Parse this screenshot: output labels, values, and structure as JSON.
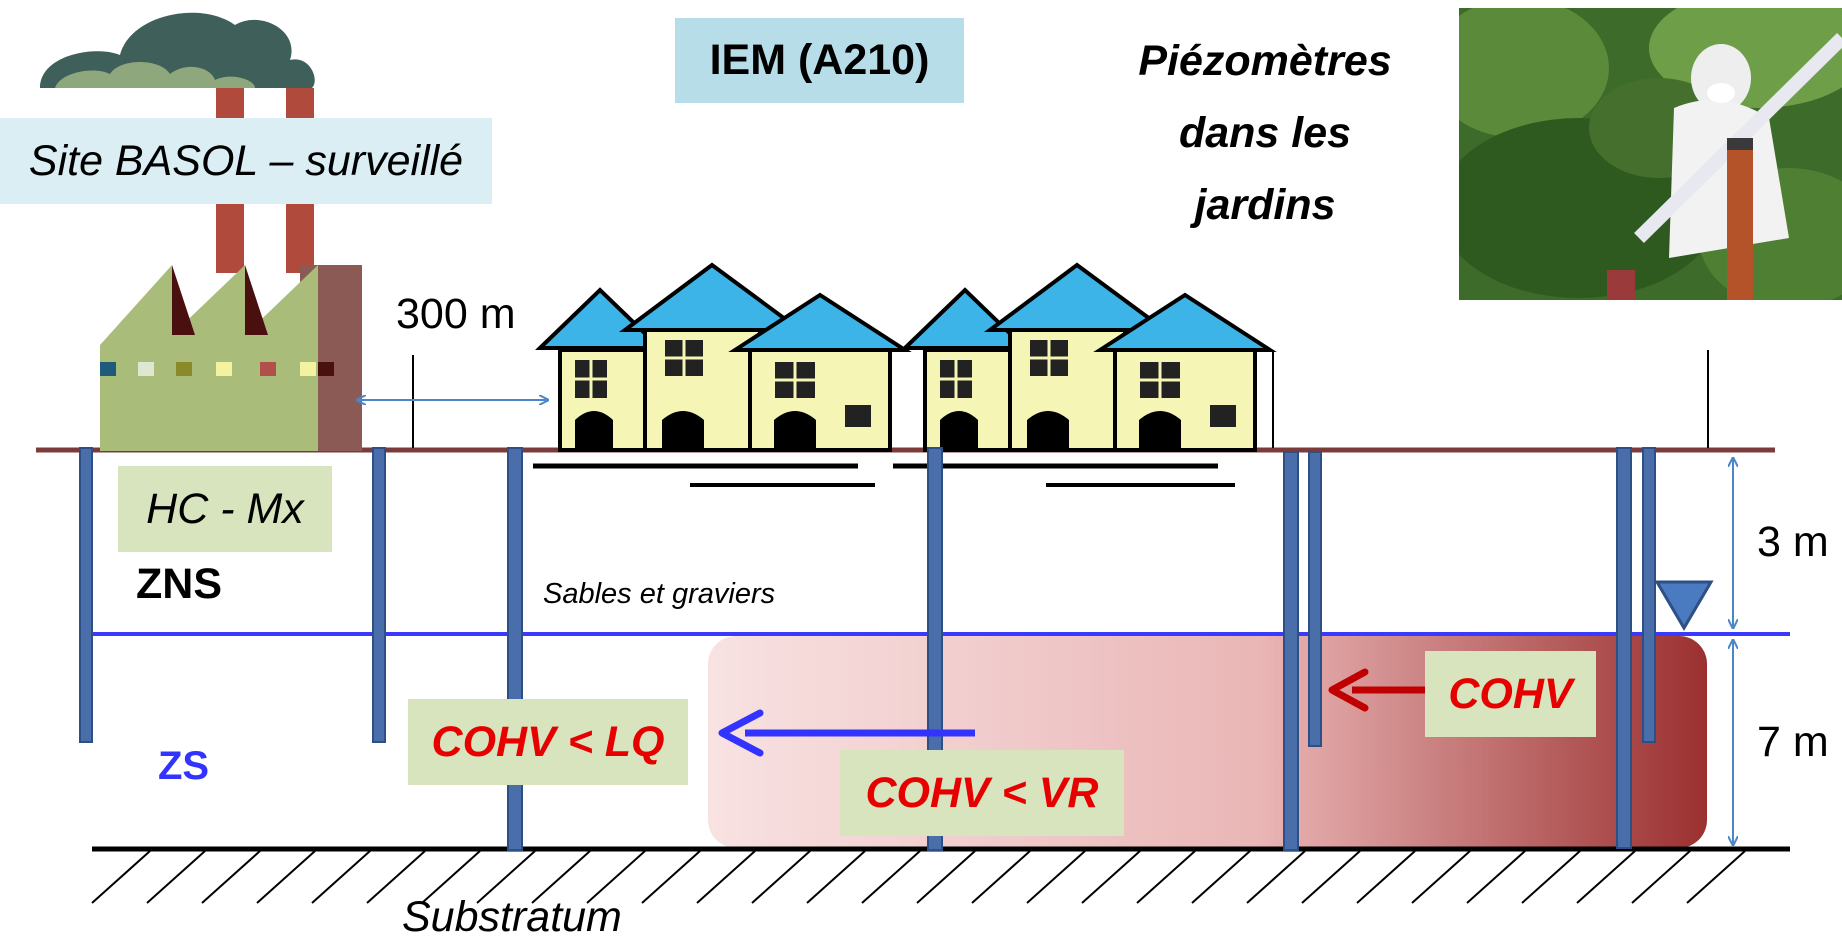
{
  "labels": {
    "site": "Site BASOL – surveillé",
    "iem": "IEM (A210)",
    "piezo": "Piézomètres dans les jardins",
    "distance": "300 m",
    "pollutants": "HC - Mx",
    "zns": "ZNS",
    "zs": "ZS",
    "sables": "Sables et graviers",
    "substratum": "Substratum",
    "depth_top": "3 m",
    "depth_bottom": "7 m",
    "cohv_lq": "COHV < LQ",
    "cohv_vr": "COHV < VR",
    "cohv": "COHV"
  },
  "colors": {
    "ground": "#7b3b3b",
    "water_table": "#3a3aff",
    "well": "#4a6ea9",
    "plume_light": "#f8e2e2",
    "plume_dark": "#9b3030",
    "site_box": "#dbeef3",
    "iem_box": "#b7dee8",
    "label_box": "#d7e4bd",
    "cohv_text": "#e60000",
    "zs_text": "#3333ff",
    "blue_arrow": "#3333ff",
    "red_arrow": "#c00000",
    "dimension": "#4a86c8"
  },
  "icons": [
    "factory-icon",
    "smoke-cloud-icon",
    "houses-icon",
    "water-table-marker-icon",
    "photo-technician-sampling"
  ]
}
